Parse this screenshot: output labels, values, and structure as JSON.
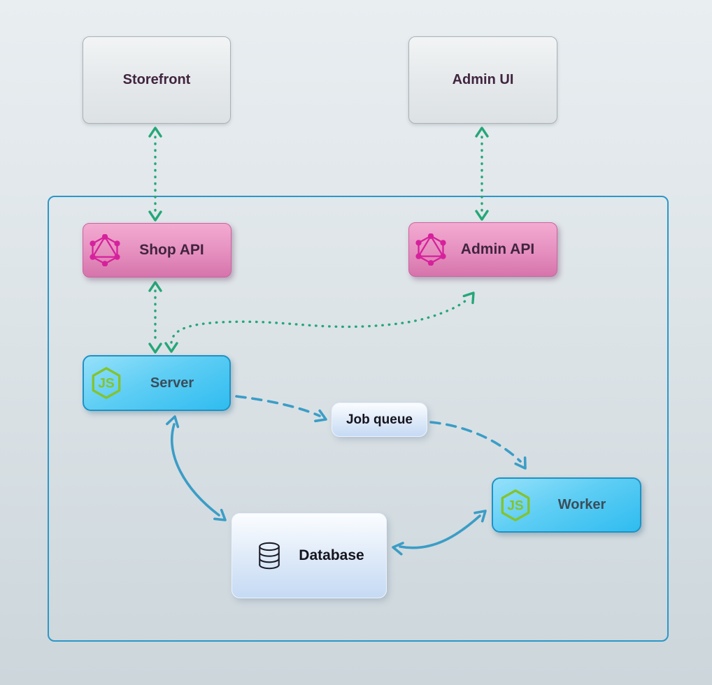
{
  "theme": {
    "colors": {
      "bg_top": "#e9eef1",
      "bg_bottom": "#ccd6db",
      "panel_border": "#2b97c8",
      "arrow_green": "#25a777",
      "arrow_blue": "#3b9dc6",
      "graphql_pink": "#d6219c",
      "nodejs_green": "#84c32c",
      "plum_text": "#41243f",
      "slate_text": "#3b4d5a",
      "dark_text": "#15151f",
      "db_icon": "#1c1c28"
    }
  },
  "diagram": {
    "nodes": {
      "storefront": {
        "label": "Storefront"
      },
      "admin_ui": {
        "label": "Admin UI"
      },
      "shop_api": {
        "label": "Shop API",
        "icon": "graphql-icon"
      },
      "admin_api": {
        "label": "Admin API",
        "icon": "graphql-icon"
      },
      "server": {
        "label": "Server",
        "icon": "nodejs-icon"
      },
      "job_queue": {
        "label": "Job queue"
      },
      "worker": {
        "label": "Worker",
        "icon": "nodejs-icon"
      },
      "database": {
        "label": "Database",
        "icon": "database-icon"
      }
    },
    "edges": [
      {
        "from": "Storefront",
        "to": "Shop API",
        "style": "dotted",
        "color": "green",
        "bidirectional": true
      },
      {
        "from": "Admin UI",
        "to": "Admin API",
        "style": "dotted",
        "color": "green",
        "bidirectional": true
      },
      {
        "from": "Shop API",
        "to": "Server",
        "style": "dotted",
        "color": "green",
        "bidirectional": true
      },
      {
        "from": "Server",
        "to": "Admin API",
        "style": "dotted",
        "color": "green",
        "bidirectional": true
      },
      {
        "from": "Server",
        "to": "Job queue",
        "style": "dashed",
        "color": "blue",
        "bidirectional": false
      },
      {
        "from": "Job queue",
        "to": "Worker",
        "style": "dashed",
        "color": "blue",
        "bidirectional": false
      },
      {
        "from": "Server",
        "to": "Database",
        "style": "solid",
        "color": "blue",
        "bidirectional": true
      },
      {
        "from": "Database",
        "to": "Worker",
        "style": "solid",
        "color": "blue",
        "bidirectional": true
      }
    ]
  }
}
